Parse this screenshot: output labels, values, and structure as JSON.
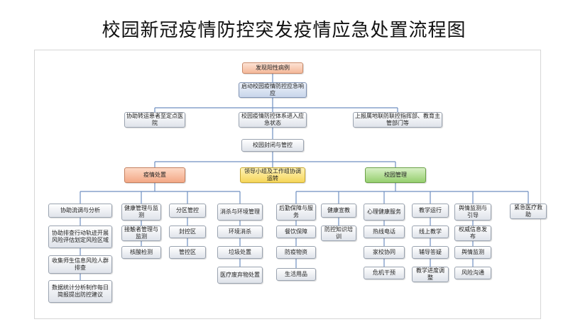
{
  "title": "校园新冠疫情防控突发疫情应急处置流程图",
  "nodes": {
    "n1": "发现阳性病例",
    "n2": "启动校园疫情防控应急响应",
    "n3a": "协助转运患者至定点医院",
    "n3b": "校园疫情防控体系进入应急状态",
    "n3c": "上报属地联防联控指挥部、教育主管部门等",
    "n4": "校园封闭与管控",
    "n5a": "疫情处置",
    "n5b": "领导小组及工作组协调运转",
    "n5c": "校园管理",
    "a1": "协助流调与分析",
    "a1_1": "协助排查行动轨迹开展风险评估划定风险区域",
    "a1_2": "收集师生信息风险人群排查",
    "a1_3": "数据统计分析制作每日简报提出防控建议",
    "a2": "健康管理与监测",
    "a2_1": "接触者管理与监测",
    "a2_2": "核酸检测",
    "a3": "分区管控",
    "a3_1": "封控区",
    "a3_2": "管控区",
    "a4": "消杀与环境管理",
    "a4_1": "环境消杀",
    "a4_2": "垃圾处置",
    "a4_3": "医疗废弃物处置",
    "b1": "后勤保障与服务",
    "b1_1": "餐饮保障",
    "b1_2": "防疫物资",
    "b1_3": "生活用品",
    "b2": "健康宣教",
    "b2_1": "防控知识培训",
    "b3": "心理健康服务",
    "b3_1": "热线电话",
    "b3_2": "家校协同",
    "b3_3": "危机干预",
    "b4": "教学运行",
    "b4_1": "线上教学",
    "b4_2": "辅导答疑",
    "b4_3": "教学进度调整",
    "b5": "舆情监测与引导",
    "b5_1": "权威信息发布",
    "b5_2": "舆情监测",
    "b5_3": "风险沟通",
    "b6": "紧急医疗救助"
  }
}
